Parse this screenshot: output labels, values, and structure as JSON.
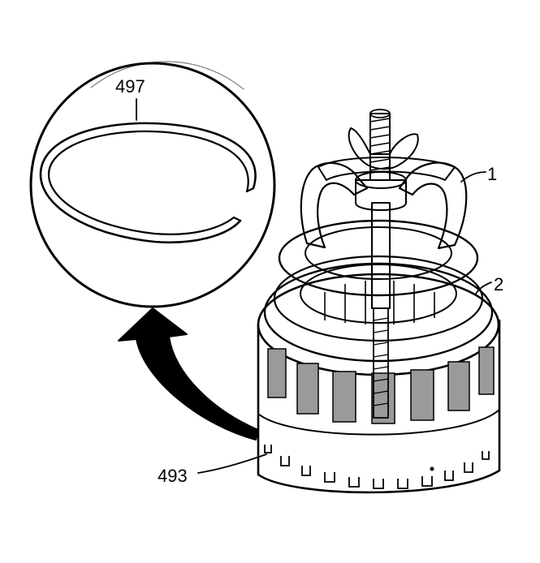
{
  "callouts": {
    "snap_ring": "497",
    "compressor_tool": "1",
    "spring_retainer": "2",
    "housing": "493"
  },
  "colors": {
    "ink": "#000000",
    "paper": "#ffffff",
    "tone": "#8c8c8c"
  }
}
